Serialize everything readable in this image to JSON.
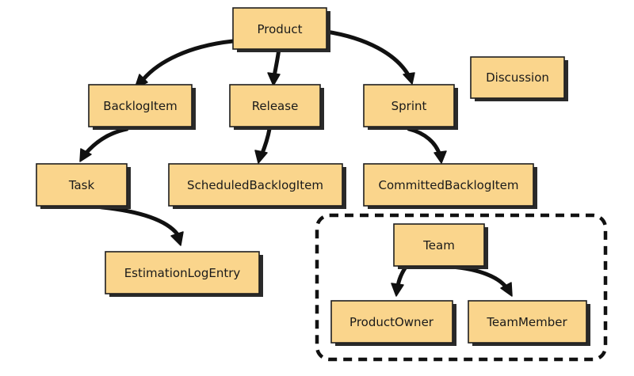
{
  "colors": {
    "node_fill": "#fad58c",
    "node_border": "#1e1e1e",
    "arrow": "#111111",
    "background": "#ffffff"
  },
  "nodes": {
    "product": "Product",
    "backlog_item": "BacklogItem",
    "release": "Release",
    "sprint": "Sprint",
    "discussion": "Discussion",
    "task": "Task",
    "scheduled_backlog_item": "ScheduledBacklogItem",
    "committed_backlog_item": "CommittedBacklogItem",
    "estimation_log_entry": "EstimationLogEntry",
    "team": "Team",
    "product_owner": "ProductOwner",
    "team_member": "TeamMember"
  },
  "edges": [
    {
      "from": "Product",
      "to": "BacklogItem"
    },
    {
      "from": "Product",
      "to": "Release"
    },
    {
      "from": "Product",
      "to": "Sprint"
    },
    {
      "from": "BacklogItem",
      "to": "Task"
    },
    {
      "from": "Release",
      "to": "ScheduledBacklogItem"
    },
    {
      "from": "Sprint",
      "to": "CommittedBacklogItem"
    },
    {
      "from": "Task",
      "to": "EstimationLogEntry"
    },
    {
      "from": "Team",
      "to": "ProductOwner"
    },
    {
      "from": "Team",
      "to": "TeamMember"
    }
  ]
}
